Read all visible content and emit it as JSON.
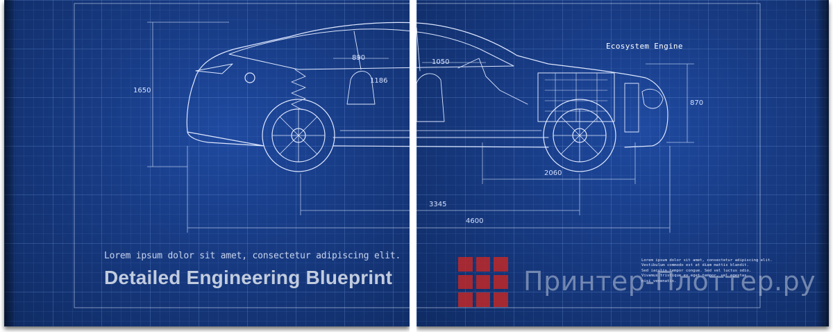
{
  "dimensions": {
    "d1650": "1650",
    "d890": "890",
    "d1186": "1186",
    "d1050": "1050",
    "d870": "870",
    "d2060": "2060",
    "d3345": "3345",
    "d4600": "4600"
  },
  "label_ecosystem": "Ecosystem Engine",
  "subtitle": "Lorem ipsum dolor sit amet, consectetur adipiscing elit.",
  "title": "Detailed Engineering Blueprint",
  "note_lines": [
    "Lorem ipsum dolor sit amet, consectetur adipiscing elit.",
    "Vestibulum commodo est at diam mattis blandit.",
    "Sed iaculis tempor congue. Sed vel luctus odio.",
    "Vivamus tristique ex eget tempor, vel egestas",
    "nisi venenatis."
  ],
  "watermark": {
    "text": "Принтер-Плоттер.ру",
    "mark_color": "#be2828"
  },
  "colors": {
    "blueprint_bg": "#173a82",
    "line": "#dfe8ff"
  }
}
